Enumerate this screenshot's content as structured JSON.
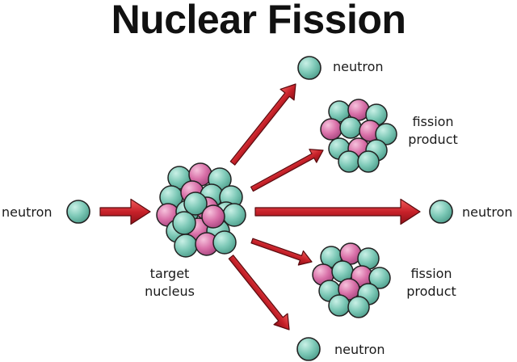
{
  "title": "Nuclear Fission",
  "labels": {
    "incoming_neutron": "neutron",
    "target_line1": "target",
    "target_line2": "nucleus",
    "neutron_top": "neutron",
    "neutron_middle": "neutron",
    "neutron_bottom": "neutron",
    "fission_product_top_line1": "fission",
    "fission_product_top_line2": "product",
    "fission_product_bottom_line1": "fission",
    "fission_product_bottom_line2": "product"
  },
  "colors": {
    "neutron": "#7cc8b6",
    "proton": "#d870a8",
    "arrow": "#c8222a",
    "outline": "#222222"
  }
}
